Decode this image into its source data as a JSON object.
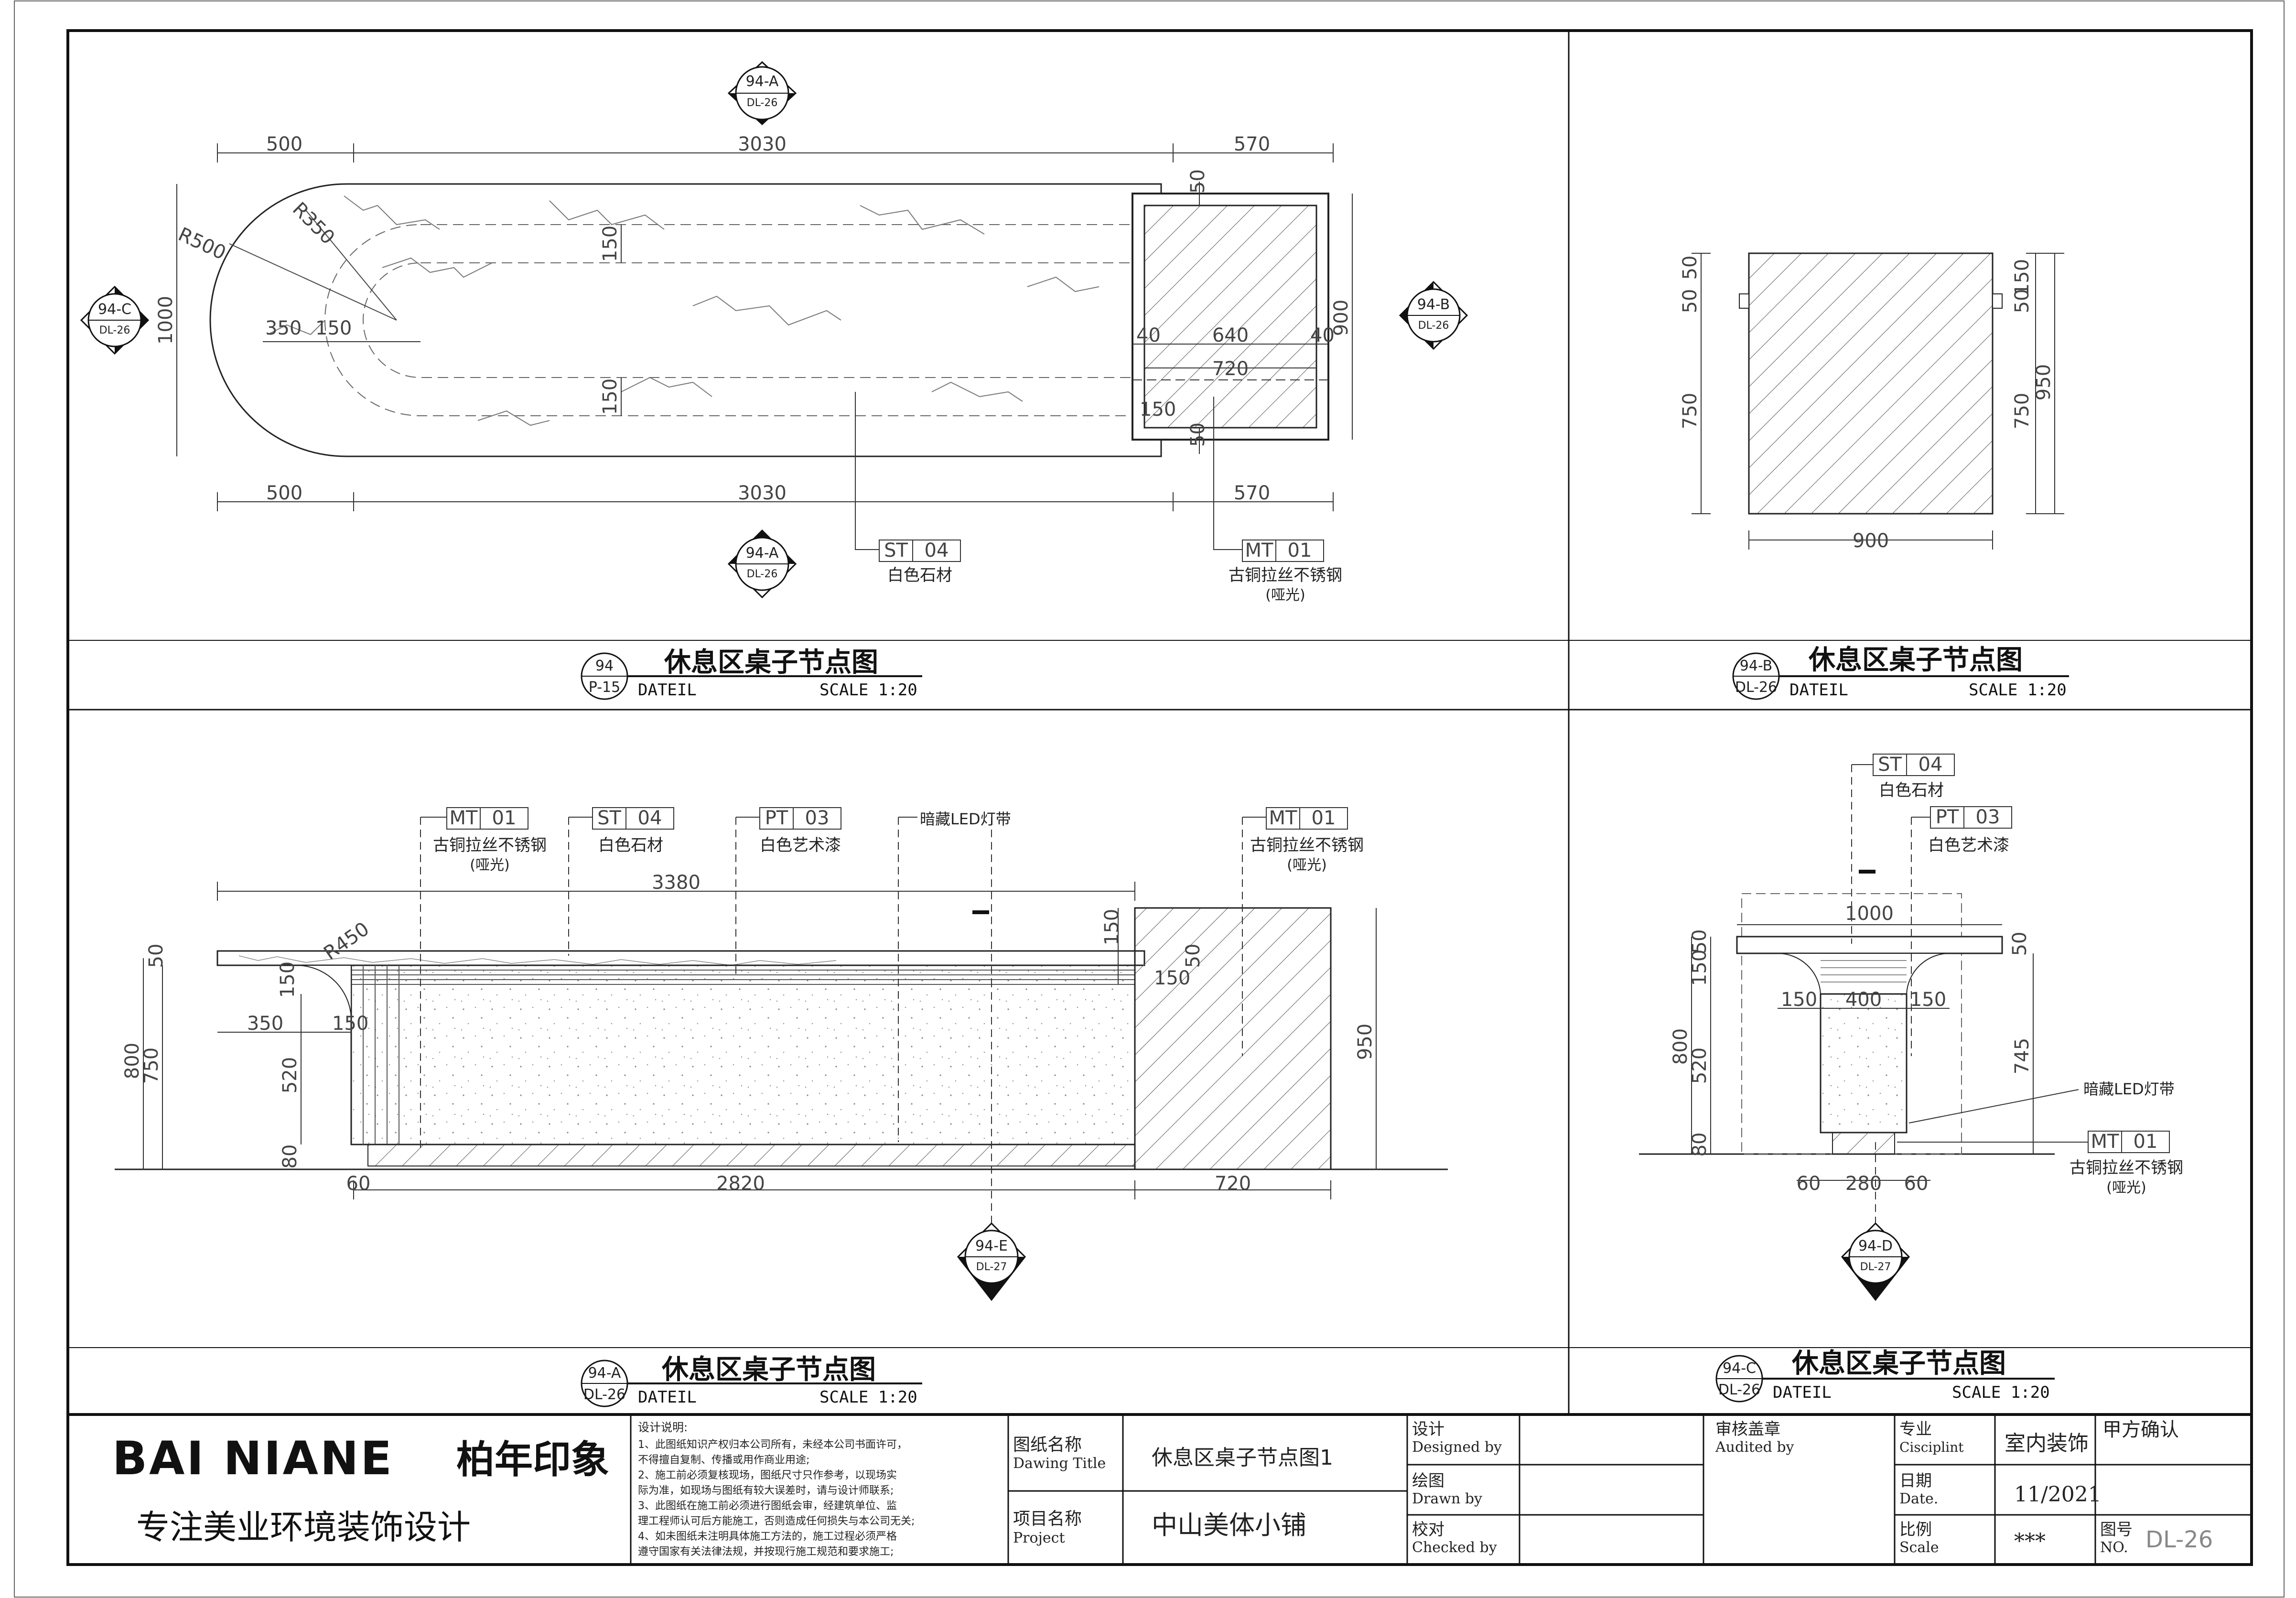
{
  "views": {
    "plan": {
      "callout_num": "94",
      "callout_sheet": "P-15",
      "title": "休息区桌子节点图",
      "detail_label": "DATEIL",
      "scale": "SCALE 1:20",
      "section_marks": [
        {
          "id": "94-A",
          "sheet": "DL-26"
        },
        {
          "id": "94-A",
          "sheet": "DL-26"
        },
        {
          "id": "94-B",
          "sheet": "DL-26"
        },
        {
          "id": "94-C",
          "sheet": "DL-26"
        }
      ],
      "dims_top": [
        "500",
        "3030",
        "570"
      ],
      "dims_bottom": [
        "500",
        "3030",
        "570"
      ],
      "dims_misc": [
        "R500",
        "R350",
        "1000",
        "350",
        "150",
        "150",
        "150",
        "900",
        "640",
        "720",
        "40",
        "40",
        "150",
        "50",
        "50"
      ],
      "tags": [
        {
          "code": "ST",
          "num": "04",
          "name": "白色石材",
          "note": ""
        },
        {
          "code": "MT",
          "num": "01",
          "name": "古铜拉丝不锈钢",
          "note": "(哑光)"
        }
      ]
    },
    "side": {
      "callout_num": "94-B",
      "callout_sheet": "DL-26",
      "title": "休息区桌子节点图",
      "detail_label": "DATEIL",
      "scale": "SCALE 1:20",
      "dims": [
        "900",
        "950",
        "750",
        "150",
        "50",
        "50",
        "50",
        "750"
      ]
    },
    "elevation": {
      "callout_num": "94-A",
      "callout_sheet": "DL-26",
      "title": "休息区桌子节点图",
      "detail_label": "DATEIL",
      "scale": "SCALE 1:20",
      "section_mark": {
        "id": "94-E",
        "sheet": "DL-27"
      },
      "dims": [
        "3380",
        "R450",
        "150",
        "150",
        "350",
        "150",
        "800",
        "750",
        "520",
        "80",
        "50",
        "50",
        "150",
        "950",
        "60",
        "2820",
        "720"
      ],
      "tags": [
        {
          "code": "MT",
          "num": "01",
          "name": "古铜拉丝不锈钢",
          "note": "(哑光)"
        },
        {
          "code": "ST",
          "num": "04",
          "name": "白色石材",
          "note": ""
        },
        {
          "code": "PT",
          "num": "03",
          "name": "白色艺术漆",
          "note": ""
        },
        {
          "code": "",
          "num": "",
          "name": "暗藏LED灯带",
          "note": ""
        },
        {
          "code": "MT",
          "num": "01",
          "name": "古铜拉丝不锈钢",
          "note": "(哑光)"
        }
      ]
    },
    "section": {
      "callout_num": "94-C",
      "callout_sheet": "DL-26",
      "title": "休息区桌子节点图",
      "detail_label": "DATEIL",
      "scale": "SCALE 1:20",
      "section_mark": {
        "id": "94-D",
        "sheet": "DL-27"
      },
      "dims": [
        "1000",
        "150",
        "400",
        "150",
        "800",
        "520",
        "80",
        "150",
        "50",
        "50",
        "745",
        "60",
        "280",
        "60"
      ],
      "tags": [
        {
          "code": "ST",
          "num": "04",
          "name": "白色石材",
          "note": ""
        },
        {
          "code": "PT",
          "num": "03",
          "name": "白色艺术漆",
          "note": ""
        },
        {
          "code": "",
          "num": "",
          "name": "暗藏LED灯带",
          "note": ""
        },
        {
          "code": "MT",
          "num": "01",
          "name": "古铜拉丝不锈钢",
          "note": "(哑光)"
        }
      ]
    }
  },
  "title_block": {
    "logo_en": "BAI NIANE",
    "logo_cn": "柏年印象",
    "slogan": "专注美业环境装饰设计",
    "notes_title": "设计说明:",
    "notes": [
      "1、此图纸知识产权归本公司所有，未经本公司书面许可，",
      "不得擅自复制、传播或用作商业用途;",
      "2、施工前必须复核现场，图纸尺寸只作参考，以现场实",
      "际为准，如现场与图纸有较大误差时，请与设计师联系;",
      "3、此图纸在施工前必须进行图纸会审，经建筑单位、监",
      "理工程师认可后方能施工，否则造成任何损失与本公司无关;",
      "4、如未图纸未注明具体施工方法的，施工过程必须严格",
      "遵守国家有关法律法规，并按现行施工规范和要求施工;"
    ],
    "drawing_title_label_cn": "图纸名称",
    "drawing_title_label_en": "Dawing Title",
    "drawing_title": "休息区桌子节点图1",
    "project_label_cn": "项目名称",
    "project_label_en": "Project",
    "project": "中山美体小铺",
    "designed_cn": "设计",
    "designed_en": "Designed by",
    "drawn_cn": "绘图",
    "drawn_en": "Drawn by",
    "checked_cn": "校对",
    "checked_en": "Checked by",
    "audit_cn": "审核盖章",
    "audit_en": "Audited by",
    "discipline_cn": "专业",
    "discipline_en": "Cisciplint",
    "discipline": "室内装饰",
    "client_confirm": "甲方确认",
    "date_cn": "日期",
    "date_en": "Date.",
    "date": "11/2021",
    "scale_cn": "比例",
    "scale_en": "Scale",
    "scale": "***",
    "drawing_no_cn": "图号",
    "drawing_no_en": "NO.",
    "drawing_no": "DL-26"
  }
}
